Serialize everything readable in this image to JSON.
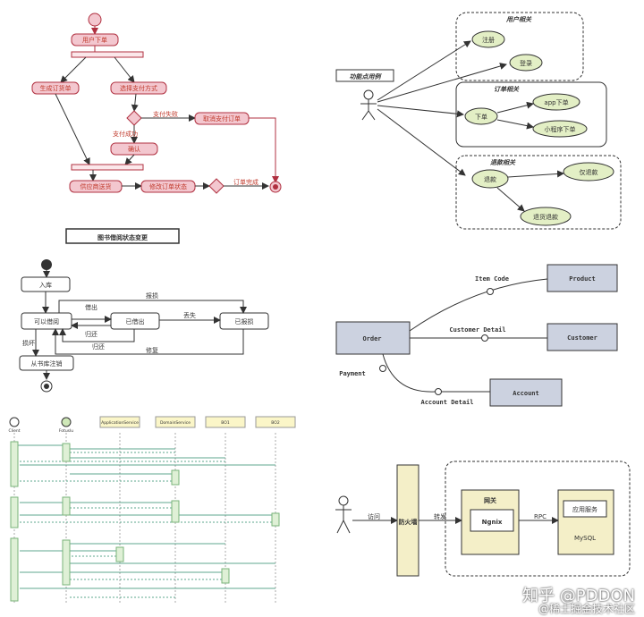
{
  "activity": {
    "n_order": "用户下单",
    "n_addr": "生成订货单",
    "n_pay": "选择支付方式",
    "l_fail": "支付失败",
    "n_retry": "取消支付订单",
    "l_ok": "支付成功",
    "n_confirm": "确认",
    "n_ship": "供应商送货",
    "n_status": "修改订单状态",
    "l_done": "订单完成"
  },
  "usecase": {
    "title": "功能点用例",
    "g1": "用户相关",
    "g1_a": "注册",
    "g1_b": "登录",
    "g2": "订单相关",
    "g2_a": "下单",
    "g2_b": "app下单",
    "g2_c": "小程序下单",
    "g3": "退款相关",
    "g3_a": "退款",
    "g3_b": "仅退款",
    "g3_c": "退货退款"
  },
  "state": {
    "title": "图书借阅状态变更",
    "s1": "入库",
    "s2": "可以借阅",
    "s3": "已借出",
    "s4": "已报损",
    "s5": "从书库注销",
    "e_top": "报损",
    "e_borrow": "借出",
    "e_return": "归还",
    "e_back": "归还",
    "e_lost": "丢失",
    "e_fix": "修复",
    "e_bad": "损坏"
  },
  "component": {
    "order": "Order",
    "product": "Product",
    "customer": "Customer",
    "account": "Account",
    "l_item": "Item Code",
    "l_cust": "Customer Detail",
    "l_pay": "Payment",
    "l_acct": "Account Detail"
  },
  "sequence": {
    "actors": [
      "Client",
      "Fotuslu",
      "ApplicationService",
      "DomainService",
      "BO1",
      "BO2"
    ]
  },
  "deploy": {
    "firewall": "防火墙",
    "gateway": "网关",
    "nginx": "Ngnix",
    "app": "应用服务",
    "mysql": "MySQL",
    "l1": "访问",
    "l2": "转发",
    "l3": "RPC"
  },
  "watermark": {
    "line1": "知乎 @PDDON",
    "line2": "@稀土掘金技术社区"
  }
}
